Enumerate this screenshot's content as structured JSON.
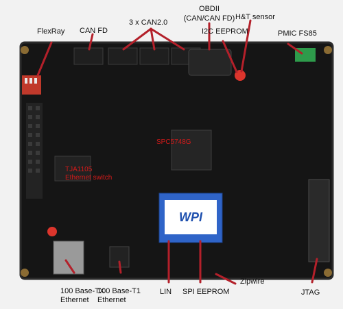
{
  "colors": {
    "board": "#151515",
    "board_edge": "#2b2b2b",
    "arrow": "#b3202a",
    "led_red": "#ff3b30",
    "display_blue": "#2f64c8"
  },
  "labels": {
    "flexray": "FlexRay",
    "can_fd": "CAN FD",
    "can20": "3 x CAN2.0",
    "obdii_line1": "OBDII",
    "obdii_line2": "(CAN/CAN FD)",
    "i2c_eeprom": "I2C EEPROM",
    "ht_sensor": "H&T sensor",
    "pmic": "PMIC FS85",
    "mcu": "SPC5748G",
    "phy": "TJA1105",
    "phy_line2": "Ethernet switch",
    "base_tx_line1": "100 Base-TX",
    "base_tx_line2": "Ethernet",
    "base_t1_line1": "100 Base-T1",
    "base_t1_line2": "Ethernet",
    "lin": "LIN",
    "spi_eeprom": "SPI EEPROM",
    "zipwire": "Zipwire",
    "jtag": "JTAG",
    "display_logo": "WPI"
  }
}
